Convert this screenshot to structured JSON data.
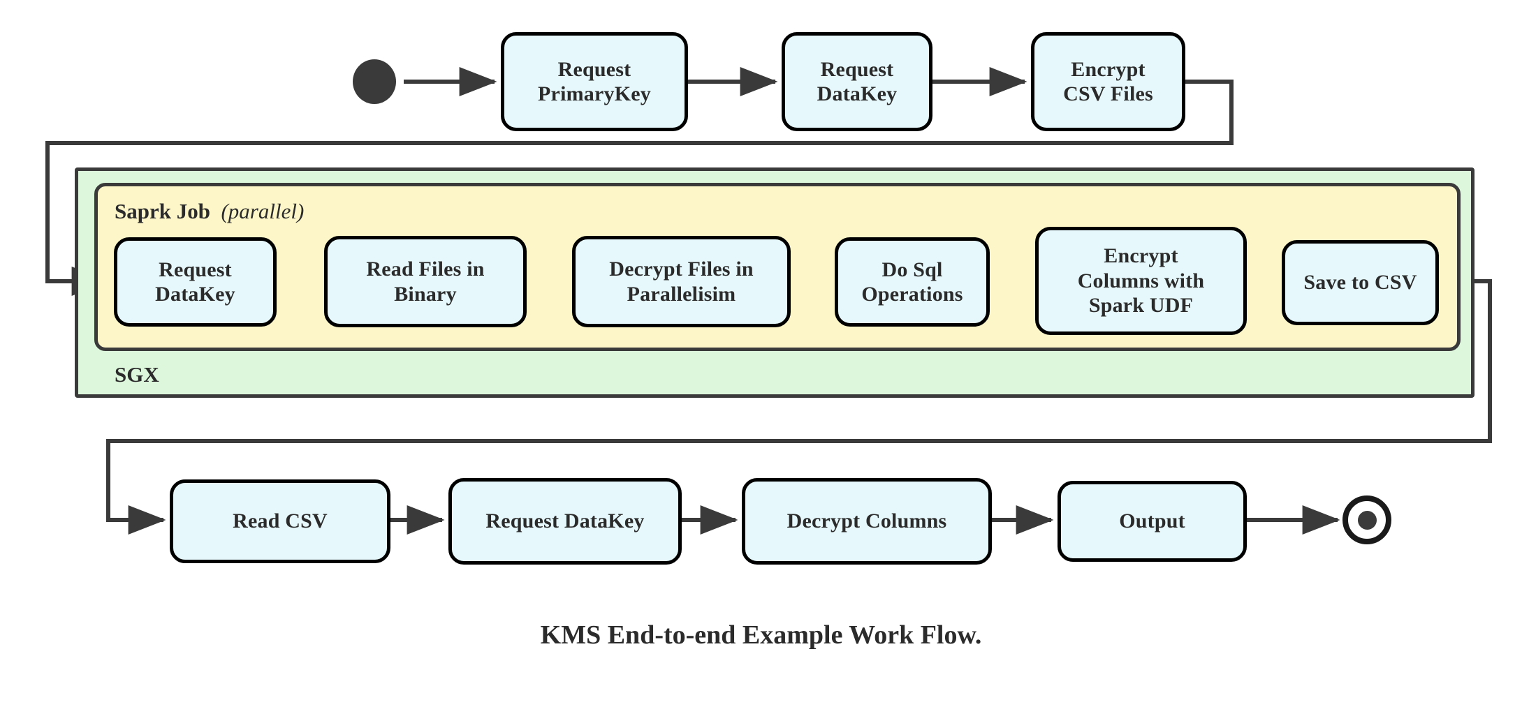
{
  "diagram": {
    "caption": "KMS End-to-end Example Work Flow.",
    "colors": {
      "node_fill": "#e6f8fb",
      "node_border": "#000000",
      "sgx_container_fill": "#ddf7dd",
      "spark_container_fill": "#fdf6c8",
      "container_border": "#3a3a3a",
      "edge": "#3a3a3a",
      "text": "#2b2b2b"
    },
    "containers": [
      {
        "id": "sgx",
        "label": "SGX",
        "label_position": "bottom-left"
      },
      {
        "id": "spark-job",
        "label_bold": "Saprk Job",
        "label_italic": "(parallel)",
        "label_position": "top-left"
      }
    ],
    "markers": {
      "start": "start-node-filled-circle",
      "end": "end-node-bullseye"
    },
    "rows": {
      "top": [
        {
          "id": "request-primarykey",
          "label": "Request\nPrimaryKey"
        },
        {
          "id": "request-datakey-top",
          "label": "Request\nDataKey"
        },
        {
          "id": "encrypt-csv-files",
          "label": "Encrypt\nCSV Files"
        }
      ],
      "middle": [
        {
          "id": "request-datakey-spark",
          "label": "Request\nDataKey"
        },
        {
          "id": "read-files-in-binary",
          "label": "Read Files in\nBinary"
        },
        {
          "id": "decrypt-files-in-parallelisim",
          "label": "Decrypt Files in\nParallelisim"
        },
        {
          "id": "do-sql-operations",
          "label": "Do Sql\nOperations"
        },
        {
          "id": "encrypt-columns-with-spark-udf",
          "label": "Encrypt\nColumns with\nSpark UDF"
        },
        {
          "id": "save-to-csv",
          "label": "Save to CSV"
        }
      ],
      "bottom": [
        {
          "id": "read-csv",
          "label": "Read CSV"
        },
        {
          "id": "request-datakey-bottom",
          "label": "Request DataKey"
        },
        {
          "id": "decrypt-columns",
          "label": "Decrypt Columns"
        },
        {
          "id": "output",
          "label": "Output"
        }
      ]
    }
  }
}
